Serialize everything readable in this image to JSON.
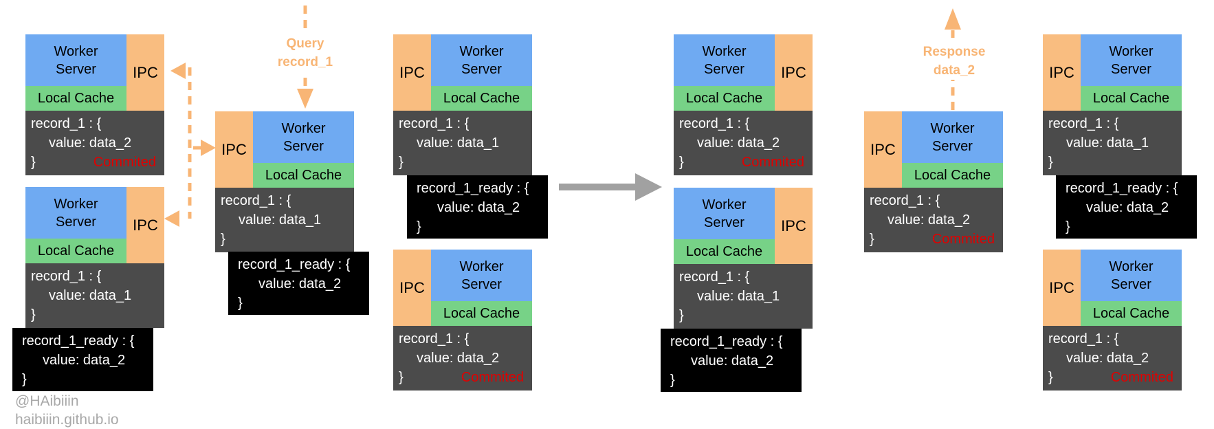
{
  "labels": {
    "worker_line1": "Worker",
    "worker_line2": "Server",
    "ipc": "IPC",
    "local_cache": "Local Cache"
  },
  "arrows": {
    "query": {
      "line1": "Query",
      "line2": "record_1"
    },
    "response": {
      "line1": "Response",
      "line2": "data_2"
    }
  },
  "boxes": [
    {
      "name": "before-left-node-top",
      "record": [
        "record_1 : {",
        "value: data_2",
        "}"
      ],
      "committed": "Commited"
    },
    {
      "name": "before-left-node-bottom",
      "record": [
        "record_1 : {",
        "value: data_1",
        "}"
      ],
      "ready": [
        "record_1_ready : {",
        "value: data_2",
        "}"
      ]
    },
    {
      "name": "before-query-node",
      "record": [
        "record_1 : {",
        "value: data_1",
        "}"
      ],
      "ready": [
        "record_1_ready : {",
        "value: data_2",
        "}"
      ]
    },
    {
      "name": "before-right-node-top",
      "record": [
        "record_1 : {",
        "value: data_1",
        "}"
      ],
      "ready": [
        "record_1_ready : {",
        "value: data_2",
        "}"
      ]
    },
    {
      "name": "before-right-node-bottom",
      "record": [
        "record_1 : {",
        "value: data_2",
        "}"
      ],
      "committed": "Commited"
    },
    {
      "name": "after-left-node-top",
      "record": [
        "record_1 : {",
        "value: data_2",
        "}"
      ],
      "committed": "Commited"
    },
    {
      "name": "after-left-node-bottom",
      "record": [
        "record_1 : {",
        "value: data_1",
        "}"
      ],
      "ready": [
        "record_1_ready : {",
        "value: data_2",
        "}"
      ]
    },
    {
      "name": "after-query-node",
      "record": [
        "record_1 : {",
        "value: data_2",
        "}"
      ],
      "committed": "Commited"
    },
    {
      "name": "after-right-node-top",
      "record": [
        "record_1 : {",
        "value: data_1",
        "}"
      ],
      "ready": [
        "record_1_ready : {",
        "value: data_2",
        "}"
      ]
    },
    {
      "name": "after-right-node-bottom",
      "record": [
        "record_1 : {",
        "value: data_2",
        "}"
      ],
      "committed": "Commited"
    }
  ],
  "credit": {
    "line1": "@HAibiiin",
    "line2": "haibiiin.github.io"
  },
  "colors": {
    "worker_server": "#6faaf2",
    "local_cache": "#77d287",
    "ipc": "#f9bd80",
    "record_bg": "#4b4b4b",
    "ready_bg": "#000000",
    "committed_text": "#e00000",
    "arrow_accent": "#f8b575",
    "transition_arrow": "#a1a1a1",
    "credit_text": "#a8a8a8"
  }
}
